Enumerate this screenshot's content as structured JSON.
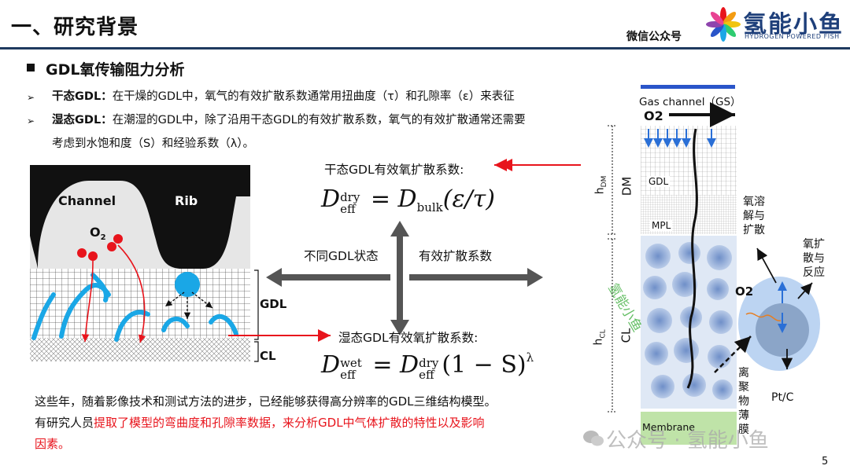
{
  "header": {
    "title": "一、研究背景",
    "wechat_label": "微信公众号",
    "brand_name": "氢能小鱼",
    "brand_sub": "HYDROGEN POWERED FISH"
  },
  "section": {
    "title": "GDL氧传输阻力分析",
    "bullets": [
      {
        "term": "干态GDL：",
        "text": "在干燥的GDL中，氧气的有效扩散系数通常用扭曲度（τ）和孔隙率（ε）来表征"
      },
      {
        "term": "湿态GDL：",
        "text": "在潮湿的GDL中，除了沿用干态GDL的有效扩散系数，氧气的有效扩散通常还需要",
        "cont": "考虑到水饱和度（S）和经验系数（λ）。"
      }
    ]
  },
  "left_diagram": {
    "channel": "Channel",
    "rib": "Rib",
    "o2": "O",
    "o2_sub": "2",
    "gdl": "GDL",
    "cl": "CL"
  },
  "center": {
    "dry_label": "干态GDL有效氧扩散系数:",
    "wet_label": "湿态GDL有效氧扩散系数:",
    "left_label": "不同GDL状态",
    "right_label": "有效扩散系数",
    "dry_formula": {
      "D": "D",
      "sup": "dry",
      "sub": "eff",
      "rhs_D": "D",
      "rhs_sub": "bulk",
      "rhs_expr": "(ε/τ)"
    },
    "wet_formula": {
      "D": "D",
      "sup": "wet",
      "sub": "eff",
      "rhs_D": "D",
      "rhs_sup": "dry",
      "rhs_sub": "eff",
      "rhs_expr": "(1 − S)",
      "rhs_exp": "λ"
    }
  },
  "right_diagram": {
    "gas_channel": "Gas channel（GS）",
    "o2_top": "O2",
    "h_dm": "h",
    "h_dm_sub": "DM",
    "dm": "DM",
    "gdl": "GDL",
    "mpl": "MPL",
    "h_cl": "h",
    "h_cl_sub": "CL",
    "cl": "CL",
    "membrane": "Membrane",
    "o2_side": "O2",
    "dissolve": [
      "氧溶",
      "解与",
      "扩散"
    ],
    "reaction": [
      "氧扩",
      "散与",
      "反应"
    ],
    "ionomer": [
      "离",
      "聚",
      "物",
      "薄",
      "膜"
    ],
    "ptc": "Pt/C"
  },
  "bottom": {
    "line1": "这些年，随着影像技术和测试方法的进步，已经能够获得高分辨率的GDL三维结构模型。",
    "line2_black": "有研究人员",
    "line2_red": "提取了模型的弯曲度和孔隙率数据，来分析GDL中气体扩散的特性以及影响",
    "line3_red": "因素。"
  },
  "watermark": "公众号 · 氢能小鱼",
  "watermark_diag": "氢能小鱼",
  "page_number": "5",
  "colors": {
    "accent_red": "#e8141c",
    "header_line": "#1f3a5f",
    "brand": "#1e3f7a",
    "water": "#1aa7e6"
  },
  "icons": [
    "pinwheel-logo-icon",
    "square-bullet-icon",
    "arrow-bullet-icon",
    "wechat-icon"
  ]
}
